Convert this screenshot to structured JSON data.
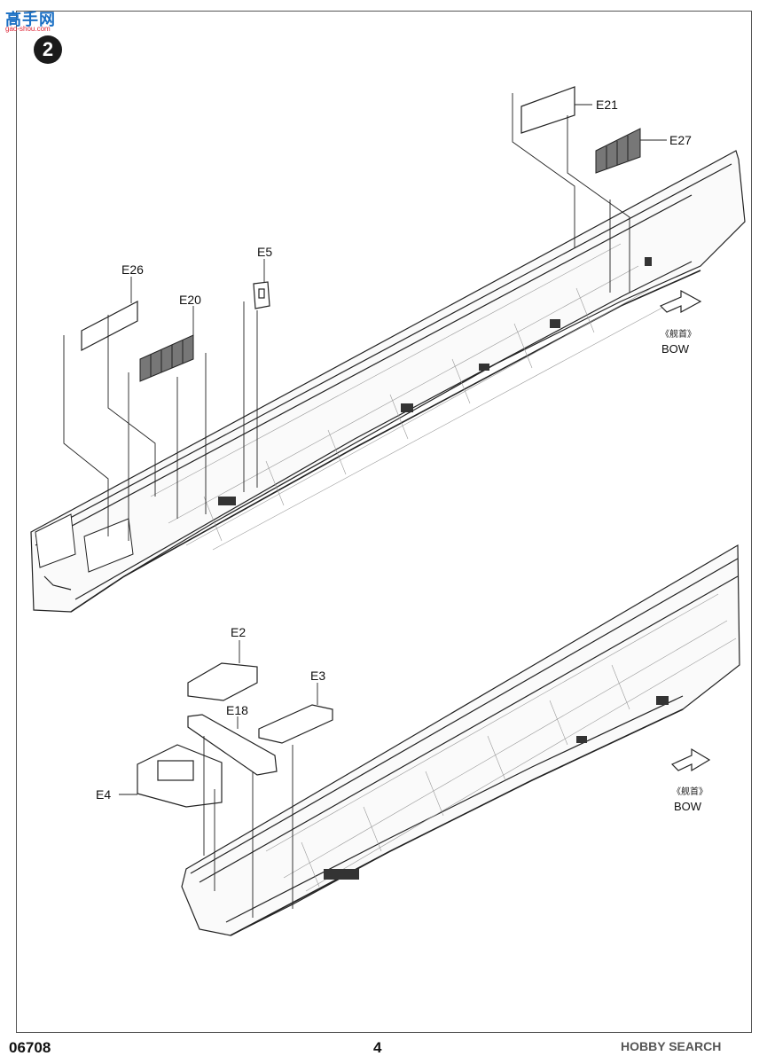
{
  "header": {
    "logo_text": "高手网",
    "logo_sub": "gao-shou.com",
    "step_number": "2"
  },
  "upper_view": {
    "parts": {
      "e21": "E21",
      "e27": "E27",
      "e26": "E26",
      "e20": "E20",
      "e5": "E5"
    },
    "bow_cn": "《舰首》",
    "bow_en": "BOW"
  },
  "lower_view": {
    "parts": {
      "e2": "E2",
      "e3": "E3",
      "e18": "E18",
      "e4": "E4"
    },
    "bow_cn": "《舰首》",
    "bow_en": "BOW"
  },
  "footer": {
    "kit_code": "06708",
    "page_number": "4",
    "watermark": "HOBBY SEARCH"
  }
}
